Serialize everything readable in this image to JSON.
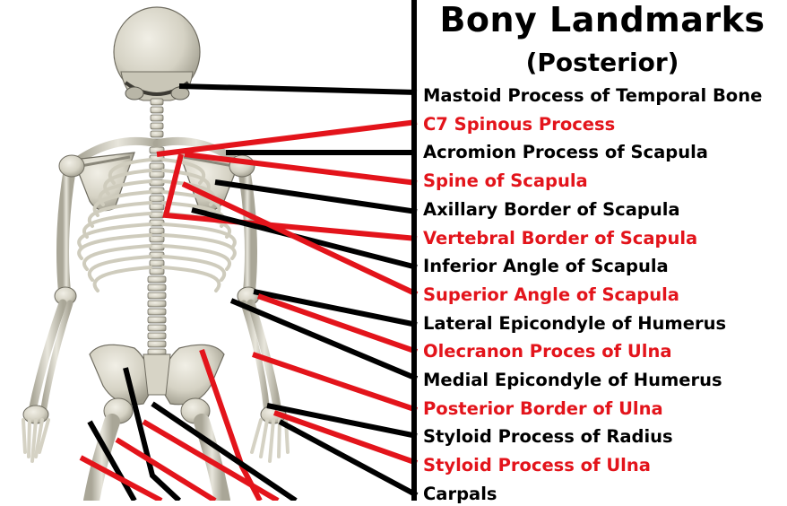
{
  "title": "Bony Landmarks",
  "subtitle": "(Posterior)",
  "colors": {
    "black": "#000000",
    "red": "#e3141b"
  },
  "labels": [
    {
      "text": "Mastoid Process of Temporal Bone",
      "color": "black"
    },
    {
      "text": "C7 Spinous Process",
      "color": "red"
    },
    {
      "text": "Acromion Process of Scapula",
      "color": "black"
    },
    {
      "text": "Spine of Scapula",
      "color": "red"
    },
    {
      "text": "Axillary Border of Scapula",
      "color": "black"
    },
    {
      "text": "Vertebral Border of Scapula",
      "color": "red"
    },
    {
      "text": "Inferior Angle of Scapula",
      "color": "black"
    },
    {
      "text": "Superior Angle of Scapula",
      "color": "red"
    },
    {
      "text": "Lateral Epicondyle of Humerus",
      "color": "black"
    },
    {
      "text": "Olecranon Proces of Ulna",
      "color": "red"
    },
    {
      "text": "Medial Epicondyle of Humerus",
      "color": "black"
    },
    {
      "text": "Posterior Border of Ulna",
      "color": "red"
    },
    {
      "text": "Styloid Process of Radius",
      "color": "black"
    },
    {
      "text": "Styloid Process of Ulna",
      "color": "red"
    },
    {
      "text": "Carpals",
      "color": "black"
    }
  ]
}
